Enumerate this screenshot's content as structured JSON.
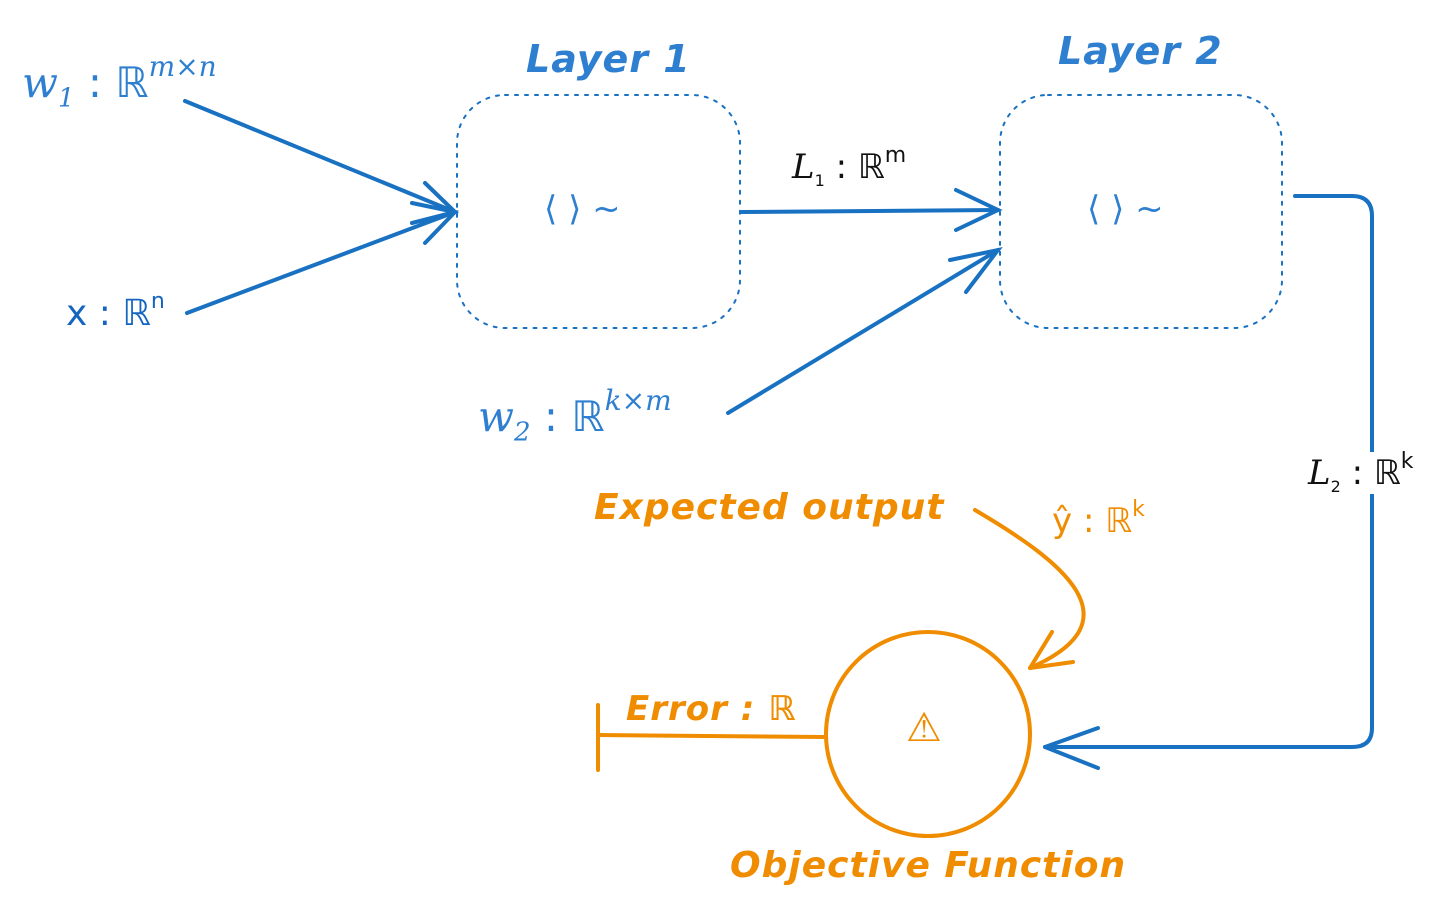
{
  "layers": [
    {
      "title": "Layer 1",
      "symbols": "⟨ ⟩  ~"
    },
    {
      "title": "Layer 2",
      "symbols": "⟨ ⟩  ~"
    }
  ],
  "inputs": {
    "w1": {
      "var": "w",
      "sub": "1",
      "sep": ":",
      "set": "ℝ",
      "sup": "m×n"
    },
    "x": {
      "var": "x",
      "sep": ":",
      "set": "ℝ",
      "sup": "n"
    },
    "w2": {
      "var": "w",
      "sub": "2",
      "sep": ":",
      "set": "ℝ",
      "sup": "k×m"
    }
  },
  "edges": {
    "l1": {
      "var": "L",
      "sub": "1",
      "sep": ":",
      "set": "ℝ",
      "sup": "m"
    },
    "l2": {
      "var": "L",
      "sub": "2",
      "sep": ":",
      "set": "ℝ",
      "sup": "k"
    },
    "yhat": {
      "var": "ŷ",
      "sep": ":",
      "set": "ℝ",
      "sup": "k"
    }
  },
  "objective": {
    "title": "Objective Function",
    "icon": "⚠",
    "expected": "Expected output",
    "error": "Error : ℝ"
  },
  "colors": {
    "blue": "#2f7fd0",
    "orange": "#f08c00",
    "text": "#111111"
  }
}
